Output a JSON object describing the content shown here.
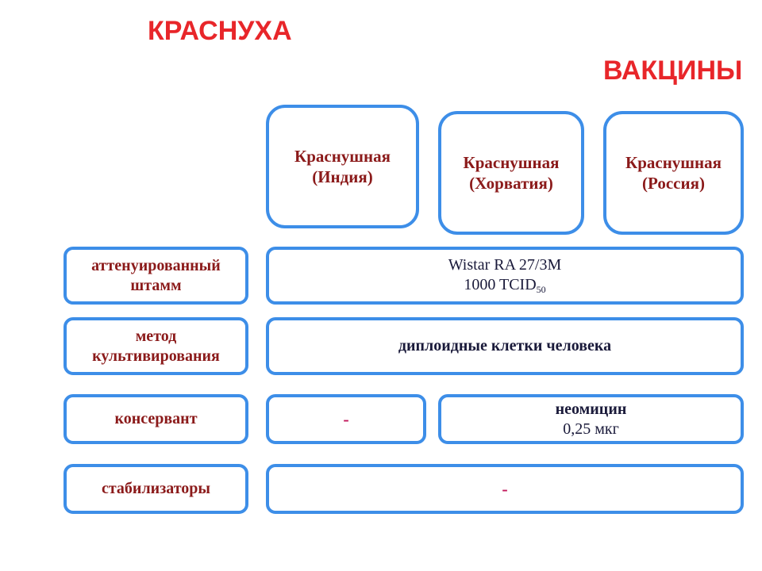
{
  "titles": {
    "main": "КРАСНУХА",
    "sub": "ВАКЦИНЫ"
  },
  "vaccines": [
    {
      "name": "Краснушная",
      "country": "(Индия)"
    },
    {
      "name": "Краснушная",
      "country": "(Хорватия)"
    },
    {
      "name": "Краснушная",
      "country": "(Россия)"
    }
  ],
  "rows": {
    "strain": {
      "label_line1": "аттенуированный",
      "label_line2": "штамм",
      "value_line1": "Wistar RA 27/3M",
      "value_line2": "1000 TCID",
      "value_sub": "50"
    },
    "method": {
      "label_line1": "метод",
      "label_line2": "культивирования",
      "value": "диплоидные клетки человека"
    },
    "preservative": {
      "label": "консервант",
      "value_india": "-",
      "value_other_line1": "неомицин",
      "value_other_line2": "0,25 мкг"
    },
    "stabilizers": {
      "label": "стабилизаторы",
      "value": "-"
    }
  },
  "colors": {
    "title": "#e8262a",
    "border": "#3d8ee8",
    "label_text": "#8b1a1a",
    "dash": "#c2185b"
  }
}
